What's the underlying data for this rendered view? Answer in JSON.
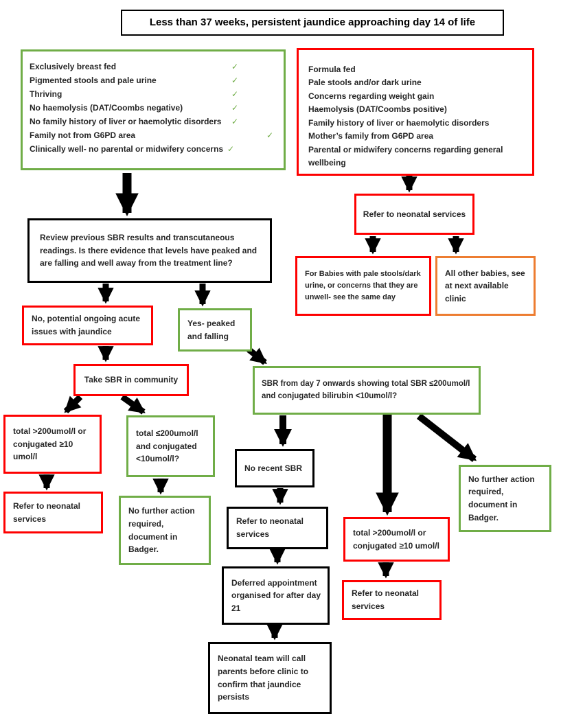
{
  "title": "Less than 37 weeks, persistent jaundice approaching day 14 of life",
  "check_mark": "✓",
  "left_criteria": {
    "items": [
      "Exclusively breast fed",
      "Pigmented stools and pale urine",
      "Thriving",
      "No haemolysis (DAT/Coombs negative)",
      "No family history of liver or haemolytic disorders",
      "Family not from G6PD area",
      "Clinically well- no parental or midwifery concerns"
    ]
  },
  "right_criteria": {
    "items": [
      "Formula fed",
      "Pale stools and/or dark urine",
      "Concerns regarding weight gain",
      "Haemolysis (DAT/Coombs positive)",
      "Family history of liver or haemolytic disorders",
      "Mother’s family from G6PD area",
      "Parental or midwifery concerns regarding general wellbeing"
    ]
  },
  "nodes": {
    "review": "Review previous SBR results and transcutaneous readings. Is there evidence that levels have peaked and are falling and well away from the treatment line?",
    "refer_top": "Refer to neonatal services",
    "for_babies": "For Babies with pale stools/dark urine, or concerns that they are unwell- see the same day",
    "all_other": "All other babies, see at next available clinic",
    "no_potential": "No, potential ongoing acute issues with jaundice",
    "yes_peaked": "Yes- peaked and falling",
    "take_sbr": "Take SBR in community",
    "sbr_day7": "SBR from day 7 onwards showing total SBR ≤200umol/l and conjugated bilirubin <10umol/l?",
    "total_high_left": "total >200umol/l or conjugated ≥10 umol/l",
    "total_low_left": "total ≤200umol/l and conjugated <10umol/l?",
    "refer_left": "Refer to neonatal services",
    "no_action_left": "No further action required, document in Badger.",
    "no_recent": "No recent SBR",
    "refer_mid": "Refer to neonatal services",
    "deferred": "Deferred appointment organised for after day 21",
    "neonatal_team": "Neonatal team will call parents before clinic to confirm that jaundice persists",
    "total_high_right": "total >200umol/l or conjugated ≥10 umol/l",
    "refer_right": "Refer to neonatal services",
    "no_action_right": "No further action required, document in Badger."
  },
  "colors": {
    "green": "#70AD47",
    "red": "#FE0000",
    "orange": "#ED7D31",
    "black": "#000000"
  }
}
